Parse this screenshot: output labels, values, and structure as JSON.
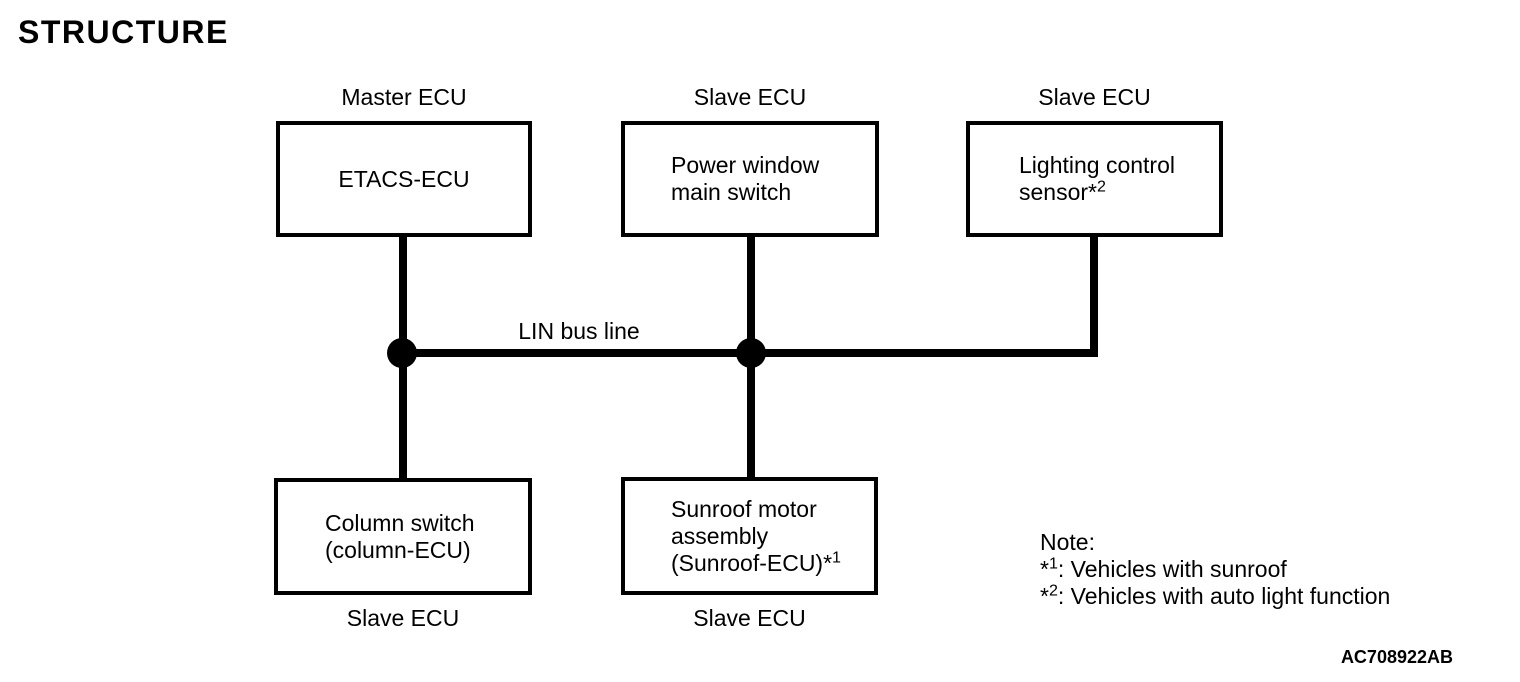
{
  "page": {
    "title": "STRUCTURE",
    "figure_code": "AC708922AB",
    "background_color": "#ffffff",
    "line_color": "#000000"
  },
  "bus": {
    "label": "LIN bus line"
  },
  "nodes": {
    "etacs": {
      "role": "Master ECU",
      "line1": "ETACS-ECU"
    },
    "power_window": {
      "role": "Slave ECU",
      "line1": "Power window",
      "line2": "main switch"
    },
    "lighting": {
      "role": "Slave ECU",
      "line1": "Lighting control",
      "line2": "sensor*",
      "line2_sup": "2"
    },
    "column_switch": {
      "role": "Slave ECU",
      "line1": "Column switch",
      "line2": "(column-ECU)"
    },
    "sunroof": {
      "role": "Slave ECU",
      "line1": "Sunroof motor",
      "line2": "assembly",
      "line3": "(Sunroof-ECU)*",
      "line3_sup": "1"
    }
  },
  "note": {
    "title": "Note:",
    "items": [
      {
        "star": "*",
        "sup": "1",
        "text": ": Vehicles with sunroof"
      },
      {
        "star": "*",
        "sup": "2",
        "text": ": Vehicles with auto light function"
      }
    ]
  }
}
